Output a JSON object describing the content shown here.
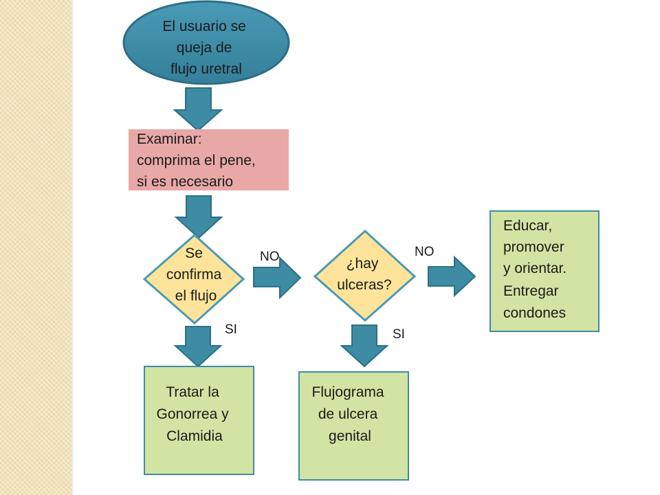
{
  "colors": {
    "start": "#3b8ca7",
    "start_border": "#2d6e84",
    "exam": "#e9a8a8",
    "decision": "#fde49a",
    "decision_border": "#4a9ab3",
    "box": "#d2e4a3",
    "box_border": "#3e8ba4",
    "arrow": "#3e8ba4",
    "arrow_border": "#2a6f86"
  },
  "nodes": {
    "start": {
      "lines": [
        "El usuario se",
        "queja de",
        "flujo uretral"
      ]
    },
    "examine": {
      "lines": [
        "Examinar:",
        "comprima el pene,",
        "si es necesario"
      ]
    },
    "decision_flow": {
      "lines": [
        "Se",
        "confirma",
        "el flujo"
      ]
    },
    "decision_ulcers": {
      "lines": [
        "¿hay",
        "ulceras?"
      ]
    },
    "educate": {
      "lines": [
        "Educar,",
        "promover",
        "y orientar.",
        "Entregar",
        "condones"
      ]
    },
    "treat": {
      "lines": [
        "Tratar la",
        "Gonorrea y",
        "Clamidia"
      ]
    },
    "ulcer_flow": {
      "lines": [
        "Flujograma",
        "de ulcera",
        "genital"
      ]
    }
  },
  "edges": {
    "no_1": "NO",
    "no_2": "NO",
    "si_1": "SI",
    "si_2": "SI"
  }
}
